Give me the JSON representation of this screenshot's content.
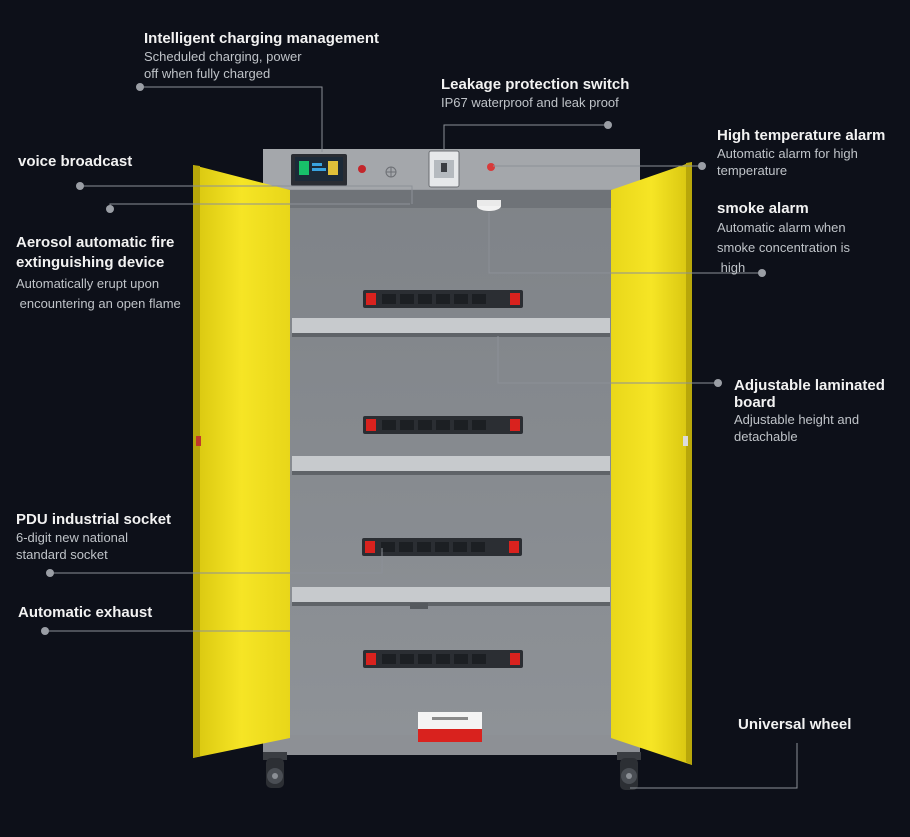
{
  "annotations": {
    "intelligent_charging": {
      "title": "Intelligent charging management",
      "desc": "Scheduled charging, power\noff when fully charged"
    },
    "leakage_switch": {
      "title": "Leakage protection switch",
      "desc": "IP67 waterproof and leak proof"
    },
    "high_temp_alarm": {
      "title": "High temperature alarm",
      "desc": "Automatic alarm for high\ntemperature"
    },
    "voice_broadcast": {
      "title": "voice broadcast"
    },
    "smoke_alarm": {
      "title": "smoke alarm",
      "desc": "Automatic alarm when\nsmoke concentration is\n high"
    },
    "aerosol": {
      "title": "Aerosol automatic fire\nextinguishing device",
      "desc": "Automatically erupt upon\n encountering an open flame"
    },
    "laminated_board": {
      "title": "Adjustable laminated\nboard",
      "desc": "Adjustable height and\ndetachable"
    },
    "pdu_socket": {
      "title": "PDU industrial socket",
      "desc": "6-digit new national\nstandard socket"
    },
    "exhaust": {
      "title": "Automatic exhaust"
    },
    "universal_wheel": {
      "title": "Universal wheel"
    }
  },
  "colors": {
    "background": "#0d1019",
    "cabinet_gray": "#8a8d92",
    "door_yellow": "#f3e21c",
    "leader_line": "#8c9097",
    "warning_red": "#d9221e"
  }
}
